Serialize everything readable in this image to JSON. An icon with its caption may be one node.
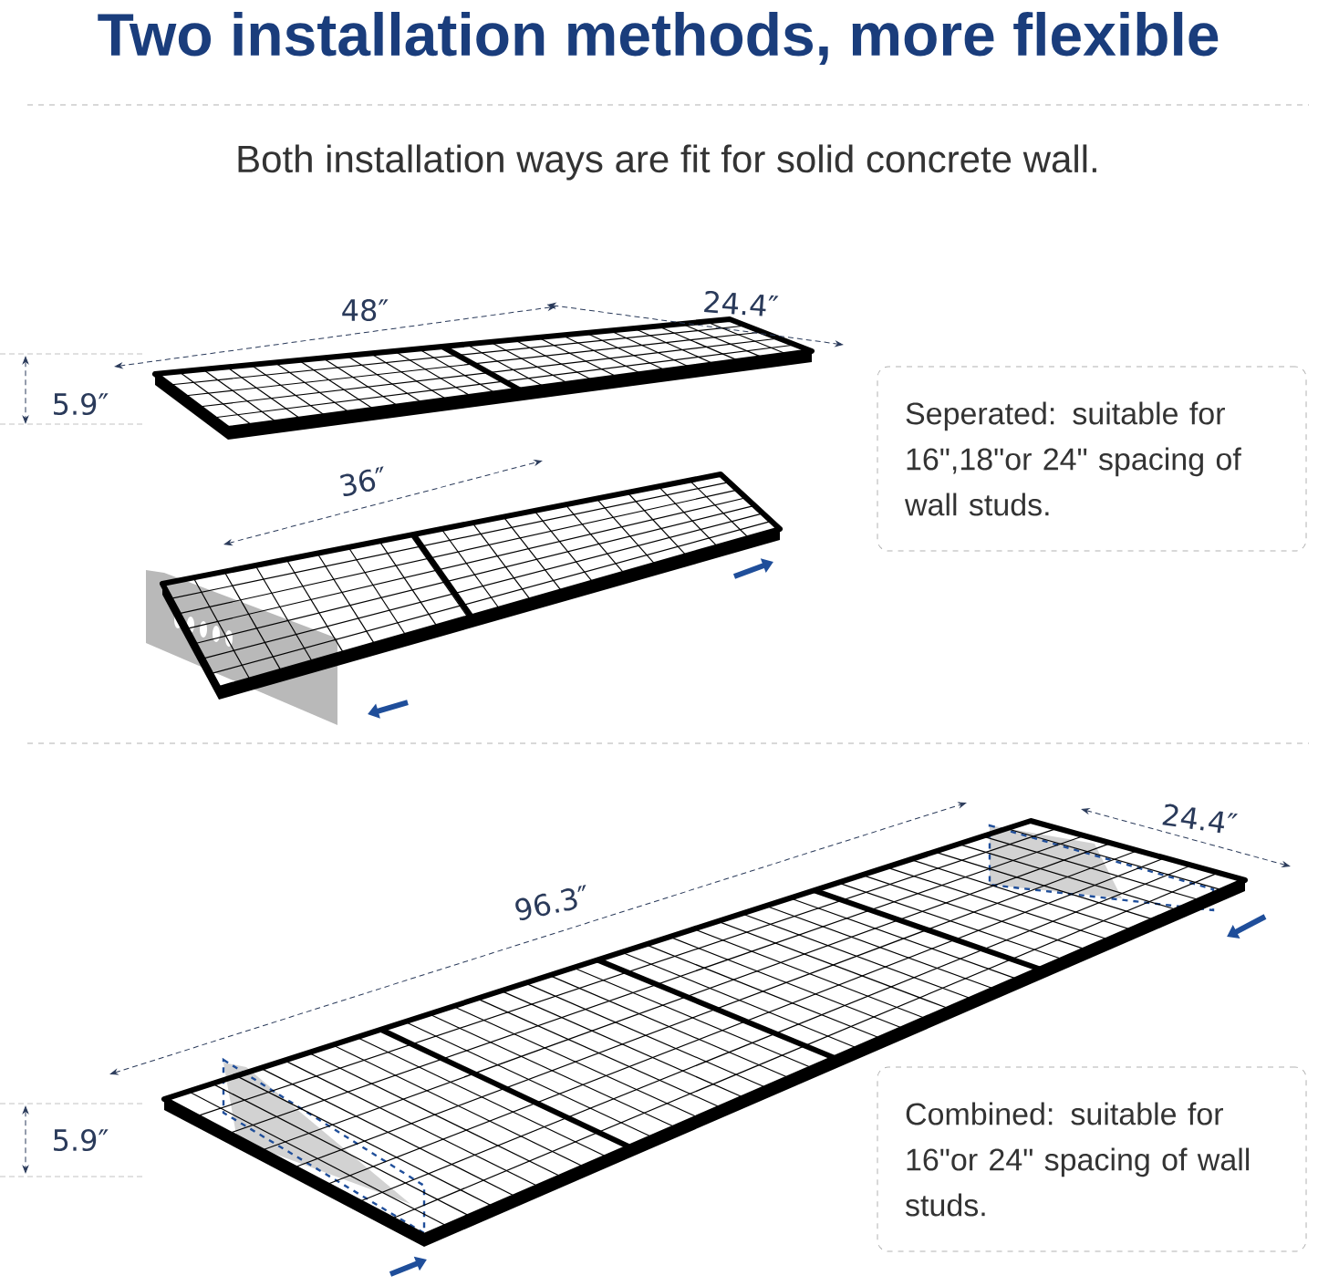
{
  "diagram": {
    "title": "Two installation methods, more flexible",
    "nodes": [
      {
        "text": [
          "Seperated: suitable for 16\",18\"or 24\" spacing of wall studs."
        ]
      },
      {
        "text": [
          "Combined: suitable for 16\"or 24\" spacing of wall studs."
        ]
      }
    ],
    "labels": [
      "Both installation ways are fit for solid concrete wall.",
      "48″",
      "24.4″",
      "5.9″",
      "36″",
      "96.3″",
      "24.4″",
      "5.9″"
    ]
  }
}
